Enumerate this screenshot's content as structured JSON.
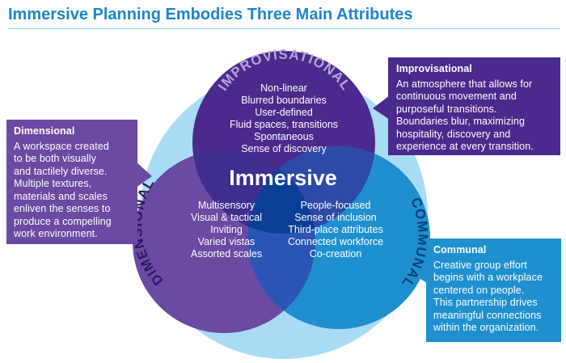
{
  "title": "Immersive Planning Embodies Three Main Attributes",
  "center_label": "Immersive",
  "arc_labels": {
    "improvisational": "IMPROVISATIONAL",
    "dimensional": "DIMENSIONAL",
    "communal": "COMMUNAL"
  },
  "improvisational_items": [
    "Non-linear",
    "Blurred boundaries",
    "User-defined",
    "Fluid spaces, transitions",
    "Spontaneous",
    "Sense of discovery"
  ],
  "dimensional_items": [
    "Multisensory",
    "Visual & tactical",
    "Inviting",
    "Varied vistas",
    "Assorted scales"
  ],
  "communal_items": [
    "People-focused",
    "Sense of inclusion",
    "Third-place attributes",
    "Connected workforce",
    "Co-creation"
  ],
  "callouts": {
    "dimensional": {
      "title": "Dimensional",
      "body": "A workspace created\nto be both visually\nand tactilely diverse.\nMultiple textures,\nmaterials and scales\nenliven the senses to\nproduce a compelling\nwork environment."
    },
    "improvisational": {
      "title": "Improvisational",
      "body": "An atmosphere that allows for\ncontinuous movement and\npurposeful transitions.\nBoundaries blur, maximizing\nhospitality, discovery and\nexperience at every transition."
    },
    "communal": {
      "title": "Communal",
      "body": "Creative group effort\nbegins with a workplace\ncentered on people.\nThis partnership drives\nmeaningful connections\nwithin the organization."
    }
  },
  "colors": {
    "title": "#1c86c8",
    "outer_circle": "#a8dcf4",
    "improvisational": "#4a2a8c",
    "dimensional": "#6a4aa2",
    "communal": "#1e90cf",
    "overlap": "#0b3f96"
  }
}
